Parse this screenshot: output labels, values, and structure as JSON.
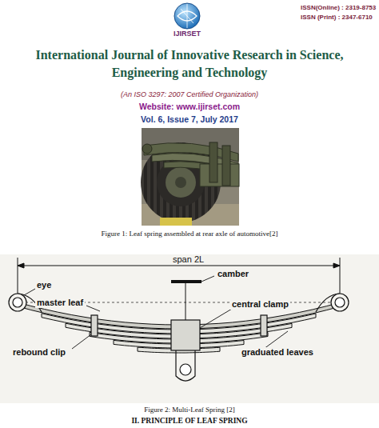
{
  "diagram": {
    "title": "International Journal of Innovative Research in Science, Engineering and Technology",
    "labels": [
      "IJIRSET",
      "ISSN(Online) : 2319-8753",
      "ISSN (Print)  : 2347-6710",
      "(An ISO 3297: 2007 Certified Organization)",
      "Website: www.ijirset.com",
      "Vol. 6, Issue 7, July 2017",
      "Figure 1: Leaf spring assembled at rear axle of automotive[2]",
      "span 2L",
      "eye",
      "master leaf",
      "camber",
      "central clamp",
      "rebound clip",
      "graduated leaves",
      "Figure 2: Multi-Leaf Spring [2]",
      "II. PRINCIPLE OF LEAF SPRING"
    ]
  }
}
